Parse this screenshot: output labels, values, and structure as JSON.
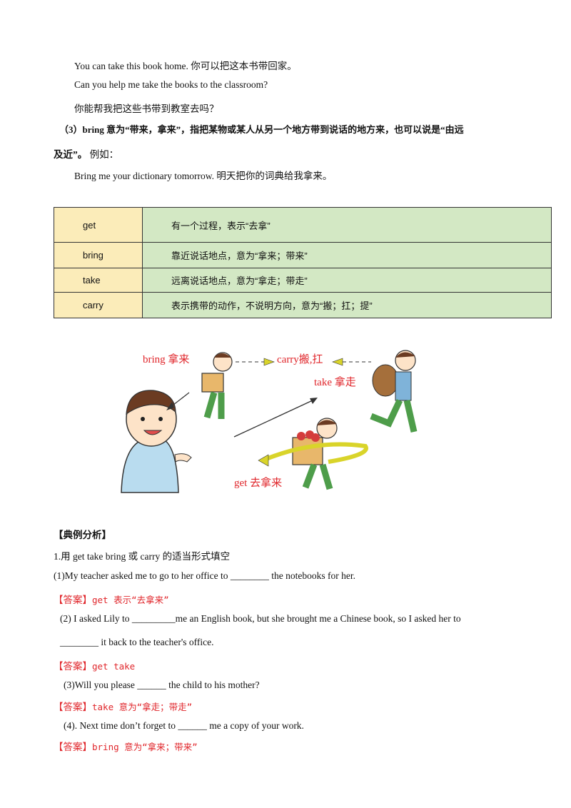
{
  "intro_lines": [
    "You can take this book home. 你可以把这本书带回家。",
    "Can you help me take the books to the classroom?",
    "你能帮我把这些书带到教室去吗？"
  ],
  "rule3": {
    "line1": "（3）bring 意为“带来，拿来”，指把某物或某人从另一个地方带到说话的地方来，也可以说是“由远",
    "line2_bold": "及近”。",
    "line2_rest": " 例如：",
    "example": "Bring me your dictionary tomorrow. 明天把你的词典给我拿来。"
  },
  "table": {
    "rows": [
      {
        "word": "get",
        "desc": "有一个过程，表示“去拿”"
      },
      {
        "word": "bring",
        "desc": "靠近说话地点，意为“拿来；带来”"
      },
      {
        "word": "take",
        "desc": "远离说话地点，意为“拿走；带走”"
      },
      {
        "word": "carry",
        "desc": "表示携带的动作，不说明方向，意为“搬；扛；提”"
      }
    ]
  },
  "illustration": {
    "bring_label": "bring 拿来",
    "carry_label": "carry搬,扛",
    "take_label": "take 拿走",
    "get_label": "get 去拿来"
  },
  "section_title": "【典例分析】",
  "q_instruction": "1.用 get take bring 或 carry 的适当形式填空",
  "questions": [
    {
      "text": "(1)My teacher asked me to go to her office to ________ the notebooks for her.",
      "answer_tag": "【答案】",
      "answer": "get 表示“去拿来”"
    },
    {
      "text": "(2) I asked Lily to _________me an English book, but she brought me a Chinese book, so I asked her to",
      "text2": "________ it back to the teacher's office.",
      "answer_tag": "【答案】",
      "answer": "get take"
    },
    {
      "text": "(3)Will you please ______ the child to his mother?",
      "answer_tag": "【答案】",
      "answer": "take  意为“拿走；带走”"
    },
    {
      "text": "(4). Next time don’t forget to ______ me a copy of your work.",
      "answer_tag": "【答案】",
      "answer": "bring 意为“拿来；带来”"
    }
  ],
  "colors": {
    "answer_red": "#e0262b",
    "word_cell": "#fbecb9",
    "desc_cell": "#d3e8c4"
  }
}
